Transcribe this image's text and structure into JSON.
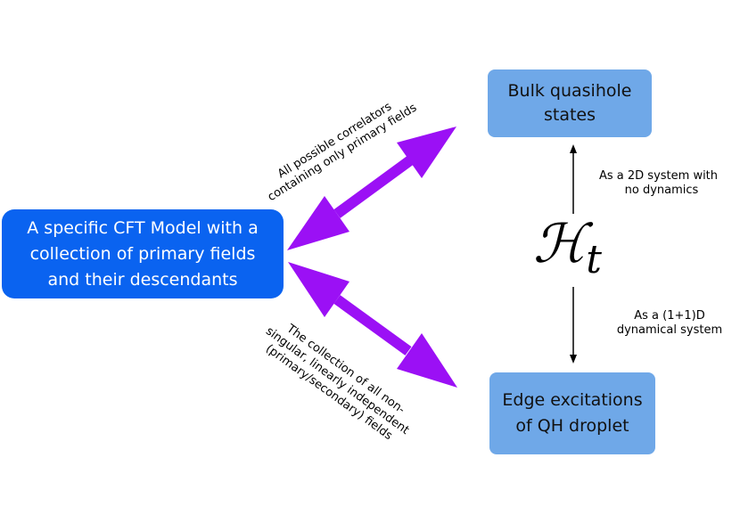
{
  "nodes": {
    "cft": [
      "A specific CFT Model with a",
      "collection of primary fields",
      "and their descendants"
    ],
    "bulk": [
      "Bulk quasihole",
      "states"
    ],
    "edge": [
      "Edge excitations",
      "of QH droplet"
    ]
  },
  "edges": {
    "top_label": [
      "All possible correlators",
      "containing only primary fields"
    ],
    "bottom_label": [
      "The collection of all non-",
      "singular, linearly independent",
      "(primary/secondary) fields"
    ],
    "right_top_label": [
      "As a 2D system with",
      "no dynamics"
    ],
    "right_bottom_label": [
      "As a (1+1)D",
      "dynamical system"
    ]
  },
  "symbol": {
    "main": "ℋ",
    "sub": "t"
  },
  "colors": {
    "cft_box": "#0a63f0",
    "result_boxes": "#6fa8e8",
    "double_arrows": "#9b10f5",
    "thin_arrows": "#000000"
  }
}
